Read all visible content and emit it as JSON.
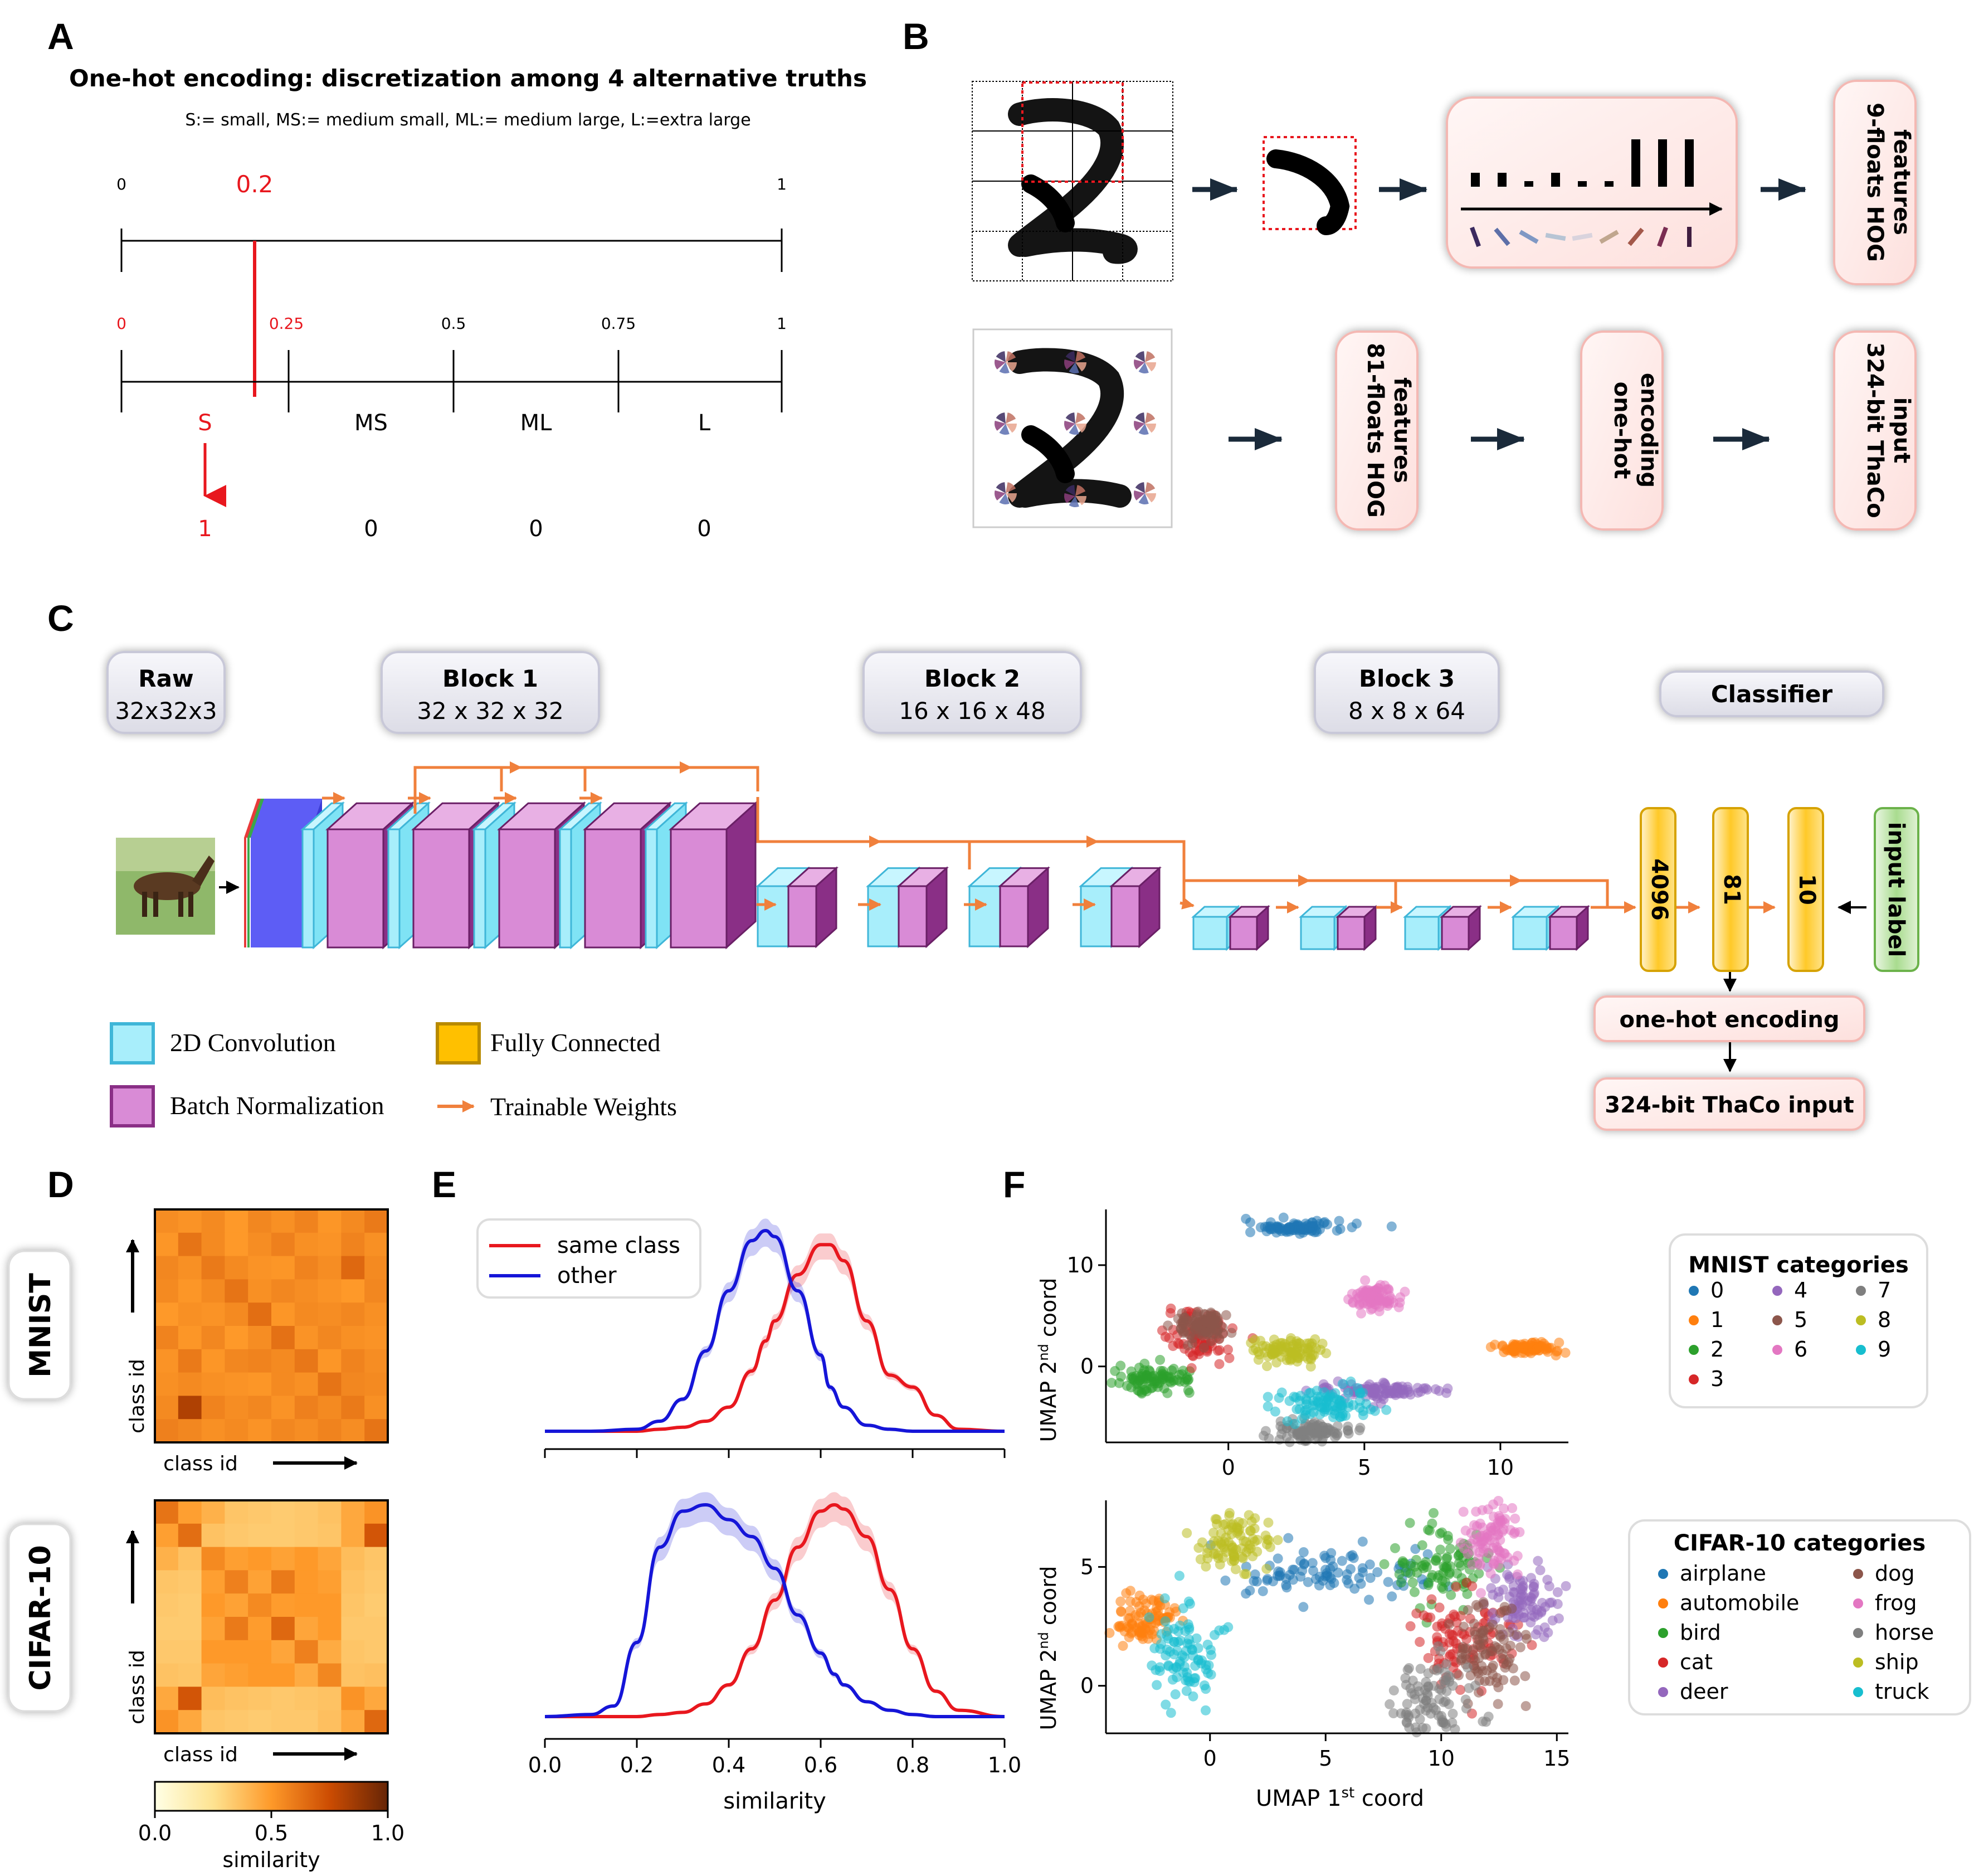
{
  "panels": {
    "A": {
      "letter": "A",
      "title": "One-hot encoding: discretization among 4 alternative truths",
      "subtitle": "S:= small, MS:= medium small, ML:= medium large, L:=extra large",
      "top_scale": {
        "min": "0",
        "max": "1",
        "marker": "0.2"
      },
      "ticks": [
        "0",
        "0.25",
        "0.5",
        "0.75",
        "1"
      ],
      "bins": [
        "S",
        "MS",
        "ML",
        "L"
      ],
      "onehot": [
        "1",
        "0",
        "0",
        "0"
      ]
    },
    "B": {
      "letter": "B",
      "box_9floats": "9-floats HOG features",
      "box_81floats": "81-floats HOG features",
      "box_onehot": "one-hot encoding",
      "box_thaco": "324-bit ThaCo input",
      "hog_bar_heights": [
        0.25,
        0.25,
        0.1,
        0.25,
        0.1,
        0.1,
        0.85,
        0.85,
        0.85
      ],
      "orientation_colors": [
        "#3b2a5f",
        "#5d6fa8",
        "#7f98c4",
        "#b7c4d4",
        "#d9d3dd",
        "#c0a68e",
        "#a3584a",
        "#7a2d52",
        "#3f1d40"
      ]
    },
    "C": {
      "letter": "C",
      "headers": [
        {
          "title": "Raw",
          "dims": "32x32x3"
        },
        {
          "title": "Block 1",
          "dims": "32 x 32 x 32"
        },
        {
          "title": "Block 2",
          "dims": "16 x 16 x 48"
        },
        {
          "title": "Block 3",
          "dims": "8 x 8 x 64"
        },
        {
          "title": "Classifier",
          "dims": ""
        }
      ],
      "fc_layers": [
        "4096",
        "81",
        "10"
      ],
      "input_label": "input label",
      "onehot_box": "one-hot encoding",
      "thaco_box": "324-bit ThaCo input",
      "legend": {
        "conv": "2D Convolution",
        "bn": "Batch Normalization",
        "fc": "Fully Connected",
        "tw": "Trainable Weights"
      },
      "colors": {
        "conv": "#7fe3f5",
        "bn": "#d98bd6",
        "bn_dark": "#8a2f86",
        "fc": "#ffc000",
        "arrow": "#f0803c"
      }
    },
    "D": {
      "letter": "D",
      "row_labels": [
        "MNIST",
        "CIFAR-10"
      ],
      "ylabel": "class id",
      "xlabel": "class id",
      "colorbar": {
        "ticks": [
          "0.0",
          "0.5",
          "1.0"
        ],
        "label": "similarity"
      },
      "mnist_matrix": [
        [
          0.54,
          0.52,
          0.55,
          0.5,
          0.56,
          0.53,
          0.57,
          0.51,
          0.55,
          0.6
        ],
        [
          0.51,
          0.62,
          0.55,
          0.5,
          0.54,
          0.58,
          0.53,
          0.52,
          0.57,
          0.53
        ],
        [
          0.56,
          0.53,
          0.6,
          0.55,
          0.52,
          0.51,
          0.57,
          0.54,
          0.66,
          0.55
        ],
        [
          0.55,
          0.51,
          0.55,
          0.62,
          0.53,
          0.56,
          0.54,
          0.52,
          0.5,
          0.56
        ],
        [
          0.5,
          0.53,
          0.52,
          0.55,
          0.64,
          0.51,
          0.55,
          0.54,
          0.56,
          0.53
        ],
        [
          0.57,
          0.51,
          0.56,
          0.5,
          0.54,
          0.63,
          0.52,
          0.56,
          0.53,
          0.52
        ],
        [
          0.52,
          0.6,
          0.51,
          0.56,
          0.57,
          0.55,
          0.61,
          0.51,
          0.57,
          0.54
        ],
        [
          0.53,
          0.55,
          0.53,
          0.52,
          0.51,
          0.55,
          0.53,
          0.62,
          0.56,
          0.55
        ],
        [
          0.55,
          0.82,
          0.57,
          0.54,
          0.56,
          0.52,
          0.58,
          0.55,
          0.6,
          0.53
        ],
        [
          0.58,
          0.56,
          0.53,
          0.55,
          0.52,
          0.56,
          0.54,
          0.57,
          0.54,
          0.62
        ]
      ],
      "cifar_matrix": [
        [
          0.62,
          0.48,
          0.42,
          0.35,
          0.34,
          0.33,
          0.34,
          0.36,
          0.45,
          0.52
        ],
        [
          0.48,
          0.64,
          0.36,
          0.34,
          0.33,
          0.33,
          0.34,
          0.35,
          0.45,
          0.72
        ],
        [
          0.42,
          0.36,
          0.55,
          0.48,
          0.5,
          0.47,
          0.5,
          0.46,
          0.38,
          0.35
        ],
        [
          0.35,
          0.34,
          0.48,
          0.58,
          0.47,
          0.6,
          0.5,
          0.48,
          0.36,
          0.34
        ],
        [
          0.34,
          0.33,
          0.5,
          0.47,
          0.55,
          0.49,
          0.5,
          0.5,
          0.35,
          0.33
        ],
        [
          0.33,
          0.33,
          0.47,
          0.6,
          0.49,
          0.66,
          0.46,
          0.5,
          0.34,
          0.34
        ],
        [
          0.34,
          0.34,
          0.5,
          0.5,
          0.5,
          0.46,
          0.58,
          0.44,
          0.35,
          0.34
        ],
        [
          0.36,
          0.35,
          0.46,
          0.48,
          0.5,
          0.5,
          0.44,
          0.56,
          0.36,
          0.37
        ],
        [
          0.45,
          0.72,
          0.38,
          0.36,
          0.35,
          0.34,
          0.35,
          0.36,
          0.52,
          0.45
        ],
        [
          0.52,
          0.45,
          0.35,
          0.34,
          0.33,
          0.34,
          0.34,
          0.37,
          0.45,
          0.66
        ]
      ]
    },
    "E": {
      "letter": "E",
      "legend": [
        "same class",
        "other"
      ],
      "xlabel": "similarity",
      "xticks": [
        "0.0",
        "0.2",
        "0.4",
        "0.6",
        "0.8",
        "1.0"
      ],
      "series_colors": [
        "#e8171e",
        "#1515d8"
      ]
    },
    "F": {
      "letter": "F",
      "ylabel": "UMAP 2nd coord",
      "xlabel": "UMAP 1st coord",
      "mnist_xticks": [
        "0",
        "5",
        "10"
      ],
      "mnist_yticks": [
        "10",
        "0"
      ],
      "cifar_xticks": [
        "0",
        "5",
        "10",
        "15"
      ],
      "cifar_yticks": [
        "5",
        "0"
      ],
      "mnist_legend_title": "MNIST categories",
      "mnist_categories": [
        "0",
        "1",
        "2",
        "3",
        "4",
        "5",
        "6",
        "7",
        "8",
        "9"
      ],
      "cifar_legend_title": "CIFAR-10 categories",
      "cifar_categories": [
        "airplane",
        "automobile",
        "bird",
        "cat",
        "deer",
        "dog",
        "frog",
        "horse",
        "ship",
        "truck"
      ],
      "palette": [
        "#1f77b4",
        "#ff7f0e",
        "#2ca02c",
        "#d62728",
        "#9467bd",
        "#8c564b",
        "#e377c2",
        "#7f7f7f",
        "#bcbd22",
        "#17becf"
      ]
    }
  },
  "chart_data": [
    {
      "type": "line",
      "panel": "E (MNIST)",
      "xlim": [
        0.0,
        1.0
      ],
      "x": [
        0.0,
        0.1,
        0.2,
        0.25,
        0.3,
        0.35,
        0.4,
        0.45,
        0.48,
        0.5,
        0.55,
        0.6,
        0.62,
        0.65,
        0.7,
        0.75,
        0.8,
        0.85,
        0.9,
        1.0
      ],
      "series": [
        {
          "name": "same class",
          "values": [
            0,
            0,
            0,
            0.01,
            0.02,
            0.05,
            0.12,
            0.3,
            0.45,
            0.55,
            0.78,
            0.93,
            0.93,
            0.85,
            0.55,
            0.28,
            0.22,
            0.08,
            0.01,
            0
          ]
        },
        {
          "name": "other",
          "values": [
            0,
            0,
            0.01,
            0.05,
            0.16,
            0.4,
            0.7,
            0.95,
            1.0,
            0.97,
            0.7,
            0.38,
            0.22,
            0.12,
            0.03,
            0.01,
            0,
            0,
            0,
            0
          ]
        }
      ]
    },
    {
      "type": "line",
      "panel": "E (CIFAR-10)",
      "xlim": [
        0.0,
        1.0
      ],
      "xlabel": "similarity",
      "x": [
        0.0,
        0.1,
        0.15,
        0.2,
        0.25,
        0.3,
        0.35,
        0.4,
        0.45,
        0.5,
        0.55,
        0.6,
        0.63,
        0.65,
        0.7,
        0.75,
        0.8,
        0.85,
        0.9,
        1.0
      ],
      "series": [
        {
          "name": "same class",
          "values": [
            0,
            0,
            0,
            0,
            0.01,
            0.02,
            0.06,
            0.15,
            0.32,
            0.55,
            0.8,
            0.97,
            1.0,
            0.98,
            0.85,
            0.6,
            0.32,
            0.12,
            0.03,
            0
          ]
        },
        {
          "name": "other",
          "values": [
            0,
            0.01,
            0.05,
            0.35,
            0.8,
            0.97,
            1.0,
            0.93,
            0.85,
            0.7,
            0.48,
            0.3,
            0.2,
            0.15,
            0.07,
            0.03,
            0.01,
            0,
            0,
            0
          ]
        }
      ]
    },
    {
      "type": "scatter",
      "panel": "F (MNIST)",
      "xlim": [
        -4.5,
        12.5
      ],
      "ylim": [
        -7.5,
        15.5
      ],
      "clusters": [
        {
          "name": "0",
          "x": 2.5,
          "y": 13.7,
          "sx": 0.9,
          "sy": 0.3
        },
        {
          "name": "1",
          "x": 11.0,
          "y": 1.8,
          "sx": 0.6,
          "sy": 0.3
        },
        {
          "name": "2",
          "x": -2.7,
          "y": -1.2,
          "sx": 0.7,
          "sy": 0.6
        },
        {
          "name": "3",
          "x": -1.0,
          "y": 3.0,
          "sx": 0.6,
          "sy": 1.2
        },
        {
          "name": "4",
          "x": 5.6,
          "y": -2.4,
          "sx": 1.2,
          "sy": 0.4
        },
        {
          "name": "5",
          "x": -1.0,
          "y": 4.0,
          "sx": 0.5,
          "sy": 0.9
        },
        {
          "name": "6",
          "x": 5.4,
          "y": 6.8,
          "sx": 0.4,
          "sy": 0.6
        },
        {
          "name": "7",
          "x": 3.0,
          "y": -6.3,
          "sx": 0.7,
          "sy": 0.5
        },
        {
          "name": "8",
          "x": 2.1,
          "y": 1.6,
          "sx": 0.6,
          "sy": 0.6
        },
        {
          "name": "9",
          "x": 3.7,
          "y": -3.8,
          "sx": 1.0,
          "sy": 0.8
        }
      ]
    },
    {
      "type": "scatter",
      "panel": "F (CIFAR-10)",
      "xlim": [
        -4.5,
        15.5
      ],
      "ylim": [
        -2.0,
        7.8
      ],
      "xlabel": "UMAP 1st coord",
      "clusters": [
        {
          "name": "airplane",
          "x": 5.0,
          "y": 4.7,
          "sx": 2.5,
          "sy": 0.5
        },
        {
          "name": "automobile",
          "x": -2.8,
          "y": 2.8,
          "sx": 0.6,
          "sy": 0.5
        },
        {
          "name": "bird",
          "x": 10.0,
          "y": 5.0,
          "sx": 1.0,
          "sy": 0.8
        },
        {
          "name": "cat",
          "x": 11.0,
          "y": 2.0,
          "sx": 1.0,
          "sy": 1.0
        },
        {
          "name": "deer",
          "x": 13.5,
          "y": 3.7,
          "sx": 0.8,
          "sy": 0.8
        },
        {
          "name": "dog",
          "x": 12.0,
          "y": 1.3,
          "sx": 0.9,
          "sy": 1.0
        },
        {
          "name": "frog",
          "x": 12.3,
          "y": 6.3,
          "sx": 0.7,
          "sy": 0.8
        },
        {
          "name": "horse",
          "x": 9.7,
          "y": -0.5,
          "sx": 0.8,
          "sy": 0.8
        },
        {
          "name": "ship",
          "x": 1.1,
          "y": 6.0,
          "sx": 0.8,
          "sy": 0.6
        },
        {
          "name": "truck",
          "x": -1.0,
          "y": 1.3,
          "sx": 0.7,
          "sy": 1.0
        }
      ]
    }
  ]
}
